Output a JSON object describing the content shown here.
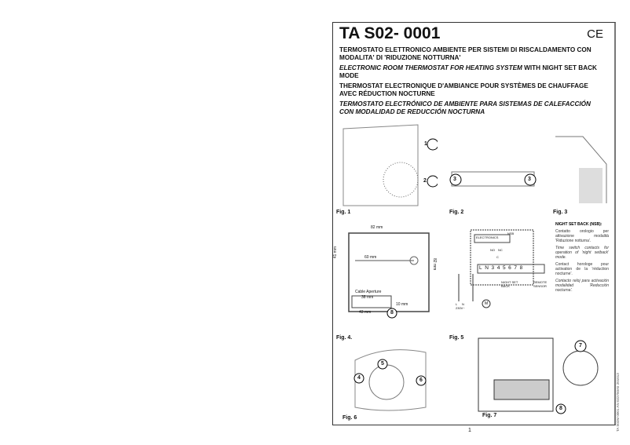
{
  "title": "TA S02- 0001",
  "ce_mark": "CE",
  "headings": {
    "it": "TERMOSTATO ELETTRONICO AMBIENTE PER SISTEMI DI RISCALDAMENTO CON MODALITA' DI 'RIDUZIONE NOTTURNA'",
    "en_italic": "ELECTRONIC ROOM THERMOSTAT FOR HEATING SYSTEM",
    "en_rest": " WITH NIGHT SET BACK MODE",
    "fr": "THERMOSTAT ELECTRONIQUE D'AMBIANCE POUR SYSTÈMES DE CHAUFFAGE AVEC RÉDUCTION NOCTURNE",
    "es": "TERMOSTATO ELECTRÓNICO DE AMBIENTE PARA SISTEMAS DE CALEFACCIÓN CON MODALIDAD DE REDUCCIÓN  NOCTURNA"
  },
  "figures": {
    "f1": "Fig. 1",
    "f2": "Fig. 2",
    "f3": "Fig. 3",
    "f4": "Fig. 4.",
    "f5": "Fig. 5",
    "f6": "Fig. 6",
    "f7": "Fig. 7"
  },
  "fig4": {
    "w": "82 mm",
    "h": "82 mm",
    "left": "41 mm",
    "mid": "60 mm",
    "cable": "Cable Aperture",
    "c38": "38 mm",
    "c10": "10 mm",
    "c43": "43 mm"
  },
  "fig5": {
    "electronics": "ELECTRONICS",
    "nsb": "NSB",
    "no": "NO",
    "nc": "NC",
    "c": "C",
    "terminals": [
      "L",
      "N",
      "3",
      "4",
      "5",
      "6",
      "7",
      "8"
    ],
    "night": "NIGHT SET BACK",
    "remote": "REMOTE SENSOR",
    "l": "L",
    "n": "N",
    "v": "230V~",
    "m": "M"
  },
  "night_set_back": {
    "title": "NIGHT SET BACK (NSB):",
    "it": "Contatto orologio per attivazione modalità 'Riduzione notturna'.",
    "en": "Time switch contacts for operation of 'night setback' mode.",
    "fr": "Contact horologe pour activation de la 'réduction nocturne'.",
    "es": "Contacto reloj para activación modalidad 'Reducción nocturna'."
  },
  "callouts": [
    "1",
    "2",
    "3",
    "4",
    "5",
    "6",
    "7",
    "8"
  ],
  "doc_code": "TA S02M 0001 AN 022750A5 201013",
  "page_number": "1"
}
